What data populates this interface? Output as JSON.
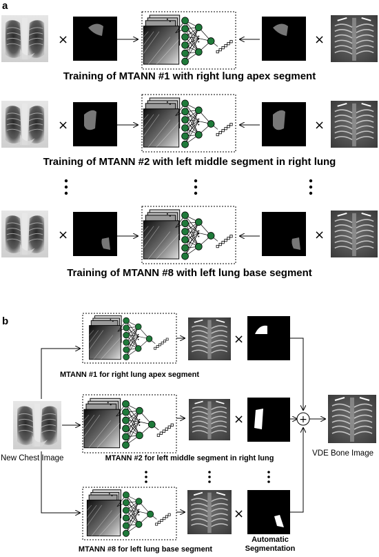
{
  "panels": {
    "a": {
      "letter": "a",
      "captions": [
        "Training of MTANN #1 with right lung apex segment",
        "Training of MTANN #2 with left middle segment in right lung",
        "Training of MTANN #8 with left lung base segment"
      ]
    },
    "b": {
      "letter": "b",
      "mtann_labels": [
        "MTANN #1 for right lung apex segment",
        "MTANN #2 for left middle segment in right lung",
        "MTANN #8 for left lung base segment"
      ],
      "input_label": "New Chest Image",
      "output_label": "VDE Bone Image",
      "seg_label_line1": "Automatic",
      "seg_label_line2": "Segmentation"
    }
  },
  "symbols": {
    "times": "×",
    "plus": "+"
  }
}
